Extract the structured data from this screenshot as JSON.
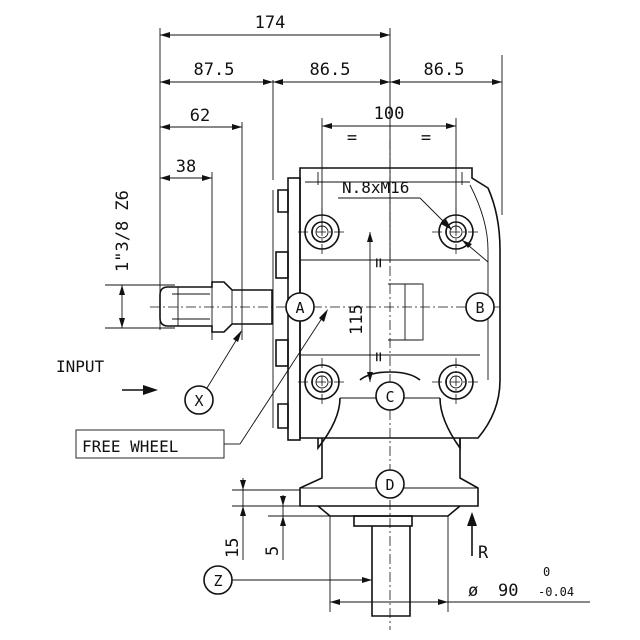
{
  "dimensions": {
    "overall_width": "174",
    "left_span": "87.5",
    "mid_span": "86.5",
    "right_span": "86.5",
    "bolt_pitch": "100",
    "equal_mark": "=",
    "shaft_offset_62": "62",
    "shaft_offset_38": "38",
    "spline": "1\"3/8 Z6",
    "bolts": "N.8xM16",
    "height_115": "115",
    "flange_15": "15",
    "flange_5": "5",
    "diameter_symbol": "ø",
    "diameter_value": "90",
    "tol_upper": "0",
    "tol_lower": "-0.04",
    "r_label": "R"
  },
  "labels": {
    "input": "INPUT",
    "free_wheel": "FREE WHEEL"
  },
  "bubbles": {
    "a": "A",
    "b": "B",
    "c": "C",
    "d": "D",
    "x": "X",
    "z": "Z"
  }
}
